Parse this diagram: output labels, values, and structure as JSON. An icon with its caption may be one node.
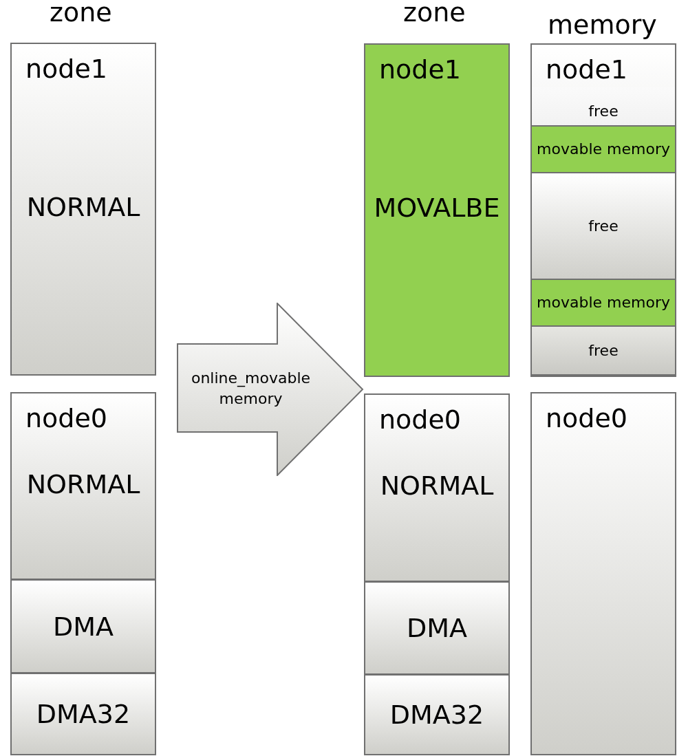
{
  "diagram": {
    "nodes": [
      {
        "text": [
          "node1",
          "NORMAL"
        ]
      },
      {
        "text": [
          "node0",
          "NORMAL"
        ]
      },
      {
        "text": [
          "DMA"
        ]
      },
      {
        "text": [
          "DMA32"
        ]
      },
      {
        "text": [
          "online_movable memory"
        ]
      },
      {
        "text": [
          "node1",
          "MOVALBE"
        ]
      },
      {
        "text": [
          "node0",
          "NORMAL"
        ]
      },
      {
        "text": [
          "DMA"
        ]
      },
      {
        "text": [
          "DMA32"
        ]
      },
      {
        "text": [
          "node1"
        ]
      },
      {
        "text": [
          "free"
        ],
        "in": 9
      },
      {
        "text": [
          "movable memory"
        ],
        "in": 9
      },
      {
        "text": [
          "free"
        ],
        "in": 9
      },
      {
        "text": [
          "movable memory"
        ],
        "in": 9
      },
      {
        "text": [
          "free"
        ],
        "in": 9
      },
      {
        "text": [
          "node0"
        ]
      }
    ],
    "labels": [
      "zone",
      "zone",
      "memory"
    ]
  }
}
